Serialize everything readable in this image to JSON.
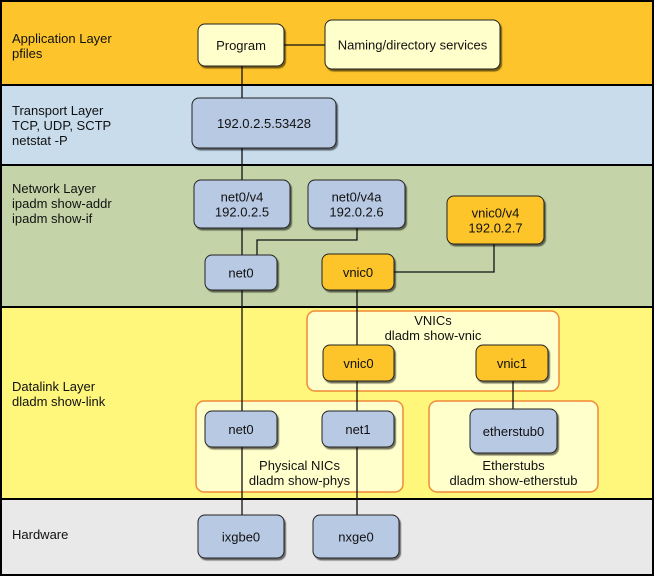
{
  "colors": {
    "application": "#fdc52b",
    "transport": "#c8dcec",
    "network": "#c5d4a8",
    "datalink": "#fff67c",
    "hardware": "#e9e9e9",
    "blue_node": "#b8c9e3",
    "yellow_node": "#fdc52b",
    "light_node": "#ffffcc",
    "group_border": "#f08a36",
    "group_fill": "#ffffcc"
  },
  "layers": [
    {
      "id": "application",
      "lines": [
        "Application Layer",
        "pfiles"
      ]
    },
    {
      "id": "transport",
      "lines": [
        "Transport Layer",
        "TCP, UDP, SCTP",
        "netstat -P"
      ]
    },
    {
      "id": "network",
      "lines": [
        "Network Layer",
        "ipadm show-addr",
        "ipadm show-if"
      ]
    },
    {
      "id": "datalink",
      "lines": [
        "Datalink Layer",
        "dladm show-link"
      ]
    },
    {
      "id": "hardware",
      "lines": [
        "Hardware"
      ]
    }
  ],
  "groups": [
    {
      "id": "vnics",
      "lines": [
        "VNICs",
        "dladm show-vnic"
      ]
    },
    {
      "id": "physical",
      "lines": [
        "Physical NICs",
        "dladm show-phys"
      ]
    },
    {
      "id": "etherstubs",
      "lines": [
        "Etherstubs",
        "dladm show-etherstub"
      ]
    }
  ],
  "nodes": [
    {
      "id": "program",
      "style": "light",
      "lines": [
        "Program"
      ]
    },
    {
      "id": "naming",
      "style": "light",
      "lines": [
        "Naming/directory services"
      ]
    },
    {
      "id": "socket",
      "style": "blue",
      "lines": [
        "192.0.2.5.53428"
      ]
    },
    {
      "id": "net0-v4",
      "style": "blue",
      "lines": [
        "net0/v4",
        "192.0.2.5"
      ]
    },
    {
      "id": "net0-v4a",
      "style": "blue",
      "lines": [
        "net0/v4a",
        "192.0.2.6"
      ]
    },
    {
      "id": "vnic0-v4",
      "style": "yellow",
      "lines": [
        "vnic0/v4",
        "192.0.2.7"
      ]
    },
    {
      "id": "ip-net0",
      "style": "blue",
      "lines": [
        "net0"
      ]
    },
    {
      "id": "ip-vnic0",
      "style": "yellow",
      "lines": [
        "vnic0"
      ]
    },
    {
      "id": "dl-vnic0",
      "style": "yellow",
      "lines": [
        "vnic0"
      ]
    },
    {
      "id": "dl-vnic1",
      "style": "yellow",
      "lines": [
        "vnic1"
      ]
    },
    {
      "id": "dl-net0",
      "style": "blue",
      "lines": [
        "net0"
      ]
    },
    {
      "id": "dl-net1",
      "style": "blue",
      "lines": [
        "net1"
      ]
    },
    {
      "id": "etherstub0",
      "style": "blue",
      "lines": [
        "etherstub0"
      ]
    },
    {
      "id": "ixgbe0",
      "style": "blue",
      "lines": [
        "ixgbe0"
      ]
    },
    {
      "id": "nxge0",
      "style": "blue",
      "lines": [
        "nxge0"
      ]
    }
  ],
  "edges": [
    [
      "program",
      "naming"
    ],
    [
      "program",
      "socket"
    ],
    [
      "socket",
      "net0-v4"
    ],
    [
      "net0-v4",
      "ip-net0"
    ],
    [
      "net0-v4a",
      "ip-net0"
    ],
    [
      "vnic0-v4",
      "ip-vnic0"
    ],
    [
      "ip-net0",
      "ixgbe0"
    ],
    [
      "ip-vnic0",
      "dl-vnic0"
    ],
    [
      "dl-vnic0",
      "nxge0"
    ],
    [
      "dl-vnic1",
      "etherstub0"
    ]
  ]
}
